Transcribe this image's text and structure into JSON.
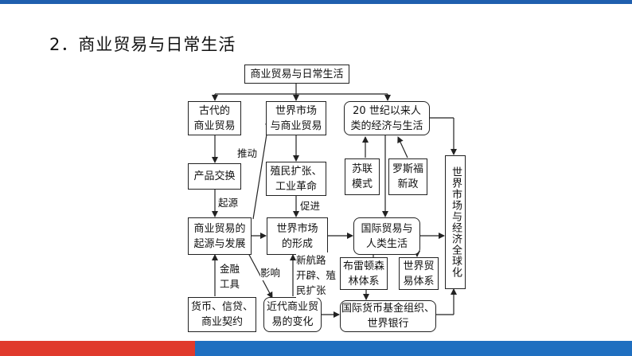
{
  "page": {
    "title": "2．商业贸易与日常生活",
    "colors": {
      "top_bar": "#1f5fae",
      "bottom_red": "#e03a2c",
      "bottom_blue": "#1f6fc0"
    }
  },
  "diagram": {
    "nodes": {
      "root": "商业贸易与日常生活",
      "ancient_trade": "古代的\n商业贸易",
      "world_market_trade": "世界市场\n与商业贸易",
      "economy_20c": "20 世纪以来人\n类的经济与生活",
      "product_exchange": "产品交换",
      "colonial_expansion": "殖民扩张、\n工业革命",
      "soviet_model": "苏联\n模式",
      "roosevelt_new_deal": "罗斯福\n新政",
      "globalization": "世界市场与经济全球化",
      "trade_origin": "商业贸易的\n起源与发展",
      "world_market_formation": "世界市场\n的形成",
      "intl_trade_life": "国际贸易与\n人类生活",
      "bretton_woods": "布雷顿森\n林体系",
      "wto_system": "世界贸\n易体系",
      "currency_credit": "货币、信贷、\n商业契约",
      "modern_trade_change": "近代商业贸\n易的变化",
      "imf_wb": "国际货币基金组织、\n世界银行"
    },
    "labels": {
      "promote": "推动",
      "origin": "起源",
      "facilitate": "促进",
      "finance_tools": "金融\n工具",
      "influence": "影响",
      "new_routes": "新航路\n开辟、殖\n民扩张"
    }
  }
}
